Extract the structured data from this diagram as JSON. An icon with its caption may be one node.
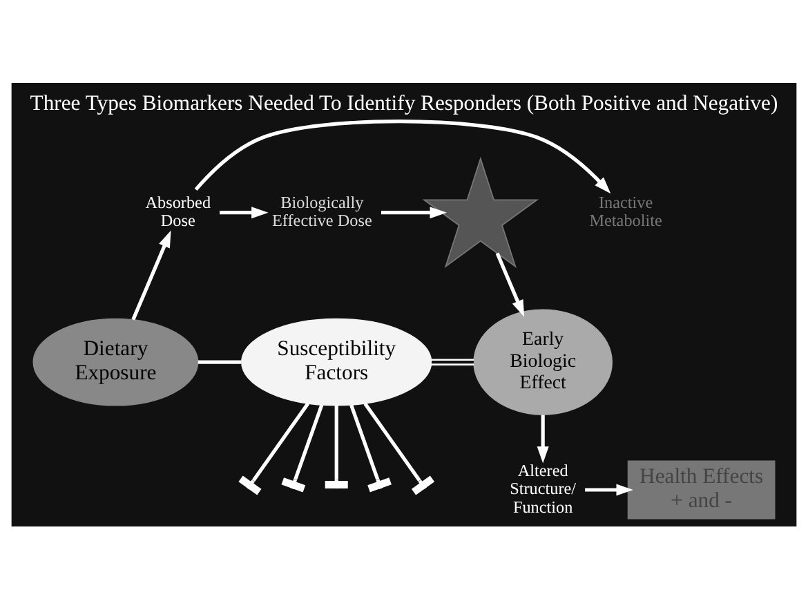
{
  "diagram": {
    "title": "Three Types Biomarkers Needed To Identify Responders (Both Positive and Negative)",
    "nodes": [
      {
        "text": [
          "Absorbed Dose"
        ]
      },
      {
        "text": [
          "Inactive Metabolite"
        ]
      },
      {
        "text": [
          "Biologically Effective Dose"
        ]
      },
      {
        "text": [],
        "shape": "star"
      },
      {
        "text": [
          "Dietary Exposure"
        ]
      },
      {
        "text": [
          "Susceptibility Factors"
        ]
      },
      {
        "text": [
          "Early Biologic Effect"
        ]
      },
      {
        "text": [
          "Altered Structure/ Function"
        ]
      },
      {
        "text": [
          "Health Effects + and -"
        ]
      }
    ],
    "edges": [
      {
        "from": 4,
        "to": 0,
        "arrow": "to"
      },
      {
        "from": 0,
        "to": 1,
        "arrow": "to"
      },
      {
        "from": 0,
        "to": 2,
        "arrow": "to"
      },
      {
        "from": 2,
        "to": 3,
        "arrow": "to"
      },
      {
        "from": 3,
        "to": 6,
        "arrow": "to"
      },
      {
        "from": 6,
        "to": 7,
        "arrow": "to"
      },
      {
        "from": 7,
        "to": 8,
        "arrow": "to"
      },
      {
        "from": 5,
        "to": 4,
        "arrow": "none"
      },
      {
        "from": 5,
        "to": 6,
        "arrow": "none"
      },
      {
        "from": 5,
        "to": null,
        "arrow": "other"
      },
      {
        "from": 5,
        "to": null,
        "arrow": "other"
      },
      {
        "from": 5,
        "to": null,
        "arrow": "other"
      },
      {
        "from": 5,
        "to": null,
        "arrow": "other"
      },
      {
        "from": 5,
        "to": null,
        "arrow": "other"
      }
    ]
  }
}
